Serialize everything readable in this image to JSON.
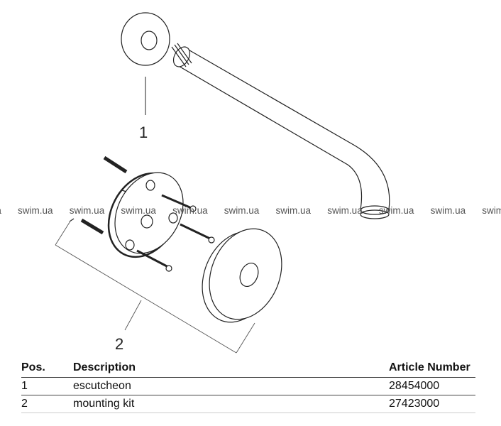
{
  "callouts": {
    "one": "1",
    "two": "2"
  },
  "watermark": "swim.ua",
  "table": {
    "headers": [
      "Pos.",
      "Description",
      "Article Number"
    ],
    "rows": [
      {
        "pos": "1",
        "description": "escutcheon",
        "article": "28454000"
      },
      {
        "pos": "2",
        "description": "mounting kit",
        "article": "27423000"
      }
    ]
  }
}
